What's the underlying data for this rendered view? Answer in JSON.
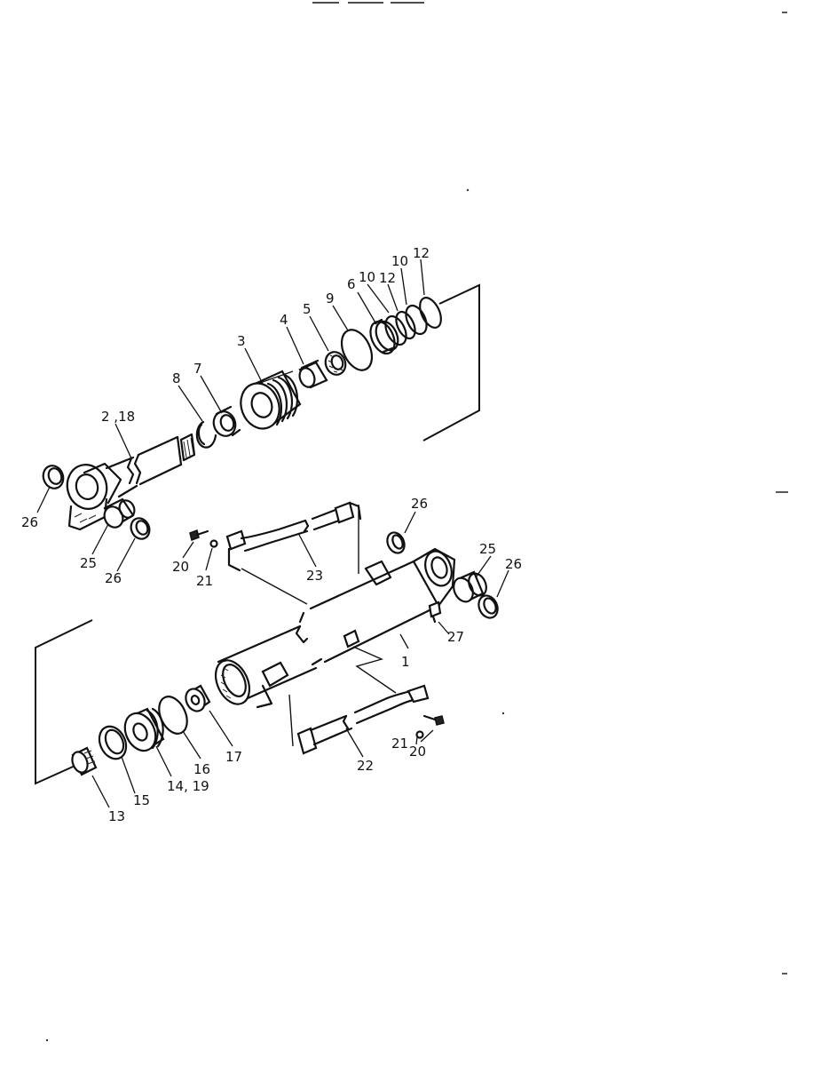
{
  "callouts": {
    "c1": "1",
    "c2_18": "2 ,18",
    "c3": "3",
    "c4": "4",
    "c5": "5",
    "c6": "6",
    "c7": "7",
    "c8": "8",
    "c9": "9",
    "c10a": "10",
    "c12a": "12",
    "c10b": "10",
    "c12b": "12",
    "c13": "13",
    "c14_19": "14, 19",
    "c15": "15",
    "c16": "16",
    "c17": "17",
    "c20a": "20",
    "c21a": "21",
    "c20b": "20",
    "c21b": "21",
    "c22": "22",
    "c23": "23",
    "c25a": "25",
    "c25b": "25",
    "c26a": "26",
    "c26b": "26",
    "c26c": "26",
    "c26d": "26",
    "c27": "27"
  }
}
